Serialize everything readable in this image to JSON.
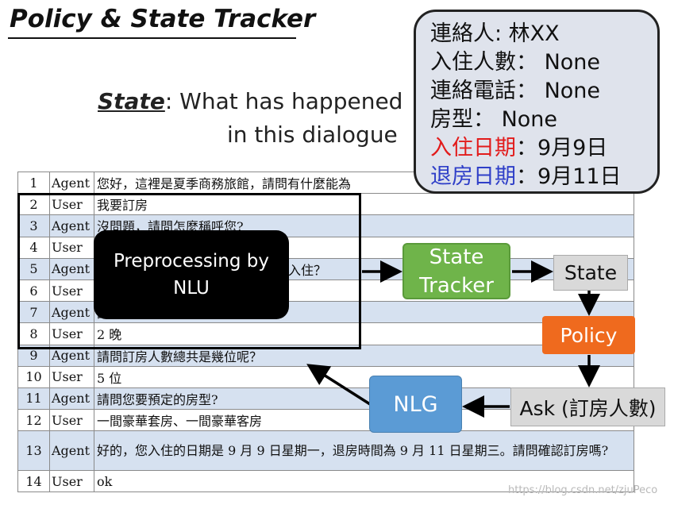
{
  "header": {
    "title": "Policy & State Tracker",
    "state_word": "State",
    "state_rest": ": What has happened",
    "state_line2": "in this dialogue"
  },
  "dialogue": [
    {
      "n": "1",
      "speaker": "Agent",
      "text": "您好，這裡是夏季商務旅館，請問有什麼能為"
    },
    {
      "n": "2",
      "speaker": "User",
      "text": "我要訂房"
    },
    {
      "n": "3",
      "speaker": "Agent",
      "text": "沒問題，請問怎麼稱呼您?"
    },
    {
      "n": "4",
      "speaker": "User",
      "text": ""
    },
    {
      "n": "5",
      "speaker": "Agent",
      "text": "時入住？"
    },
    {
      "n": "6",
      "speaker": "User",
      "text": ""
    },
    {
      "n": "7",
      "speaker": "Agent",
      "text": "請問要住幾個晚上呢？"
    },
    {
      "n": "8",
      "speaker": "User",
      "text": "2 晚"
    },
    {
      "n": "9",
      "speaker": "Agent",
      "text": "請問訂房人數總共是幾位呢？"
    },
    {
      "n": "10",
      "speaker": "User",
      "text": "5 位"
    },
    {
      "n": "11",
      "speaker": "Agent",
      "text": "請問您要預定的房型?"
    },
    {
      "n": "12",
      "speaker": "User",
      "text": "一間豪華套房、一間豪華客房"
    },
    {
      "n": "13",
      "speaker": "Agent",
      "text": "好的，您入住的日期是 9 月 9 日星期一，退房時間為 9 月 11 日星期三。請問確認訂房嗎?"
    },
    {
      "n": "14",
      "speaker": "User",
      "text": "ok"
    }
  ],
  "nlu_box": {
    "label": "Preprocessing by NLU"
  },
  "state_panel": {
    "contact": "連絡人: 林XX",
    "guests": "入住人數： None",
    "phone": "連絡電話： None",
    "room": "房型： None",
    "checkin_label": "入住日期",
    "checkin_value": "：9月9日",
    "checkout_label": "退房日期",
    "checkout_value": "：9月11日"
  },
  "flow": {
    "state_tracker": "State Tracker",
    "state": "State",
    "policy": "Policy",
    "ask": "Ask (訂房人數)",
    "nlg": "NLG"
  },
  "colors": {
    "state_tracker": "#6fb44a",
    "policy": "#ef6a1e",
    "nlg": "#5b9bd5",
    "checkin": "#e21b1b",
    "checkout": "#2f3fc8",
    "row_highlight": "#d6e1f0"
  },
  "watermark": "https://blog.csdn.net/zjuPeco"
}
